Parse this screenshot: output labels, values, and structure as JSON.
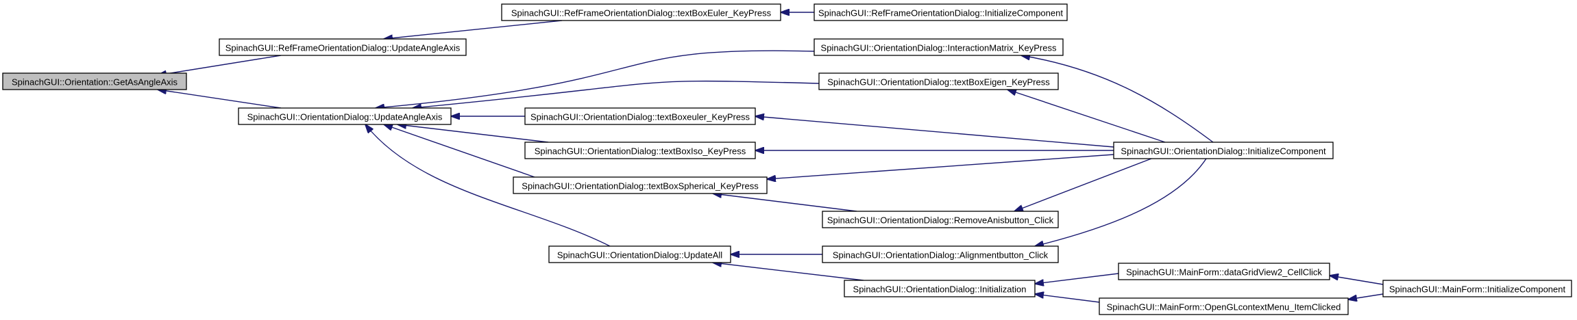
{
  "diagram": {
    "type": "call-graph",
    "colors": {
      "edge": "#191970",
      "root_fill": "#bfbfbf",
      "node_fill": "#ffffff",
      "border": "#000000"
    },
    "nodes": [
      {
        "id": "n0",
        "label": "SpinachGUI::Orientation::GetAsAngleAxis",
        "root": true
      },
      {
        "id": "n1",
        "label": "SpinachGUI::RefFrameOrientationDialog::UpdateAngleAxis"
      },
      {
        "id": "n2",
        "label": "SpinachGUI::RefFrameOrientationDialog::textBoxEuler_KeyPress"
      },
      {
        "id": "n3",
        "label": "SpinachGUI::RefFrameOrientationDialog::InitializeComponent"
      },
      {
        "id": "n4",
        "label": "SpinachGUI::OrientationDialog::UpdateAngleAxis"
      },
      {
        "id": "n5",
        "label": "SpinachGUI::OrientationDialog::InteractionMatrix_KeyPress"
      },
      {
        "id": "n6",
        "label": "SpinachGUI::OrientationDialog::textBoxEigen_KeyPress"
      },
      {
        "id": "n7",
        "label": "SpinachGUI::OrientationDialog::textBoxeuler_KeyPress"
      },
      {
        "id": "n8",
        "label": "SpinachGUI::OrientationDialog::textBoxIso_KeyPress"
      },
      {
        "id": "n9",
        "label": "SpinachGUI::OrientationDialog::textBoxSpherical_KeyPress"
      },
      {
        "id": "n10",
        "label": "SpinachGUI::OrientationDialog::InitializeComponent"
      },
      {
        "id": "n11",
        "label": "SpinachGUI::OrientationDialog::RemoveAnisbutton_Click"
      },
      {
        "id": "n12",
        "label": "SpinachGUI::OrientationDialog::UpdateAll"
      },
      {
        "id": "n13",
        "label": "SpinachGUI::OrientationDialog::Alignmentbutton_Click"
      },
      {
        "id": "n14",
        "label": "SpinachGUI::OrientationDialog::Initialization"
      },
      {
        "id": "n15",
        "label": "SpinachGUI::MainForm::dataGridView2_CellClick"
      },
      {
        "id": "n16",
        "label": "SpinachGUI::MainForm::OpenGLcontextMenu_ItemClicked"
      },
      {
        "id": "n17",
        "label": "SpinachGUI::MainForm::InitializeComponent"
      }
    ],
    "edges": [
      {
        "from": "n1",
        "to": "n0"
      },
      {
        "from": "n4",
        "to": "n0"
      },
      {
        "from": "n2",
        "to": "n1"
      },
      {
        "from": "n3",
        "to": "n2"
      },
      {
        "from": "n5",
        "to": "n4"
      },
      {
        "from": "n6",
        "to": "n4"
      },
      {
        "from": "n7",
        "to": "n4"
      },
      {
        "from": "n8",
        "to": "n4"
      },
      {
        "from": "n9",
        "to": "n4"
      },
      {
        "from": "n12",
        "to": "n4"
      },
      {
        "from": "n10",
        "to": "n5"
      },
      {
        "from": "n10",
        "to": "n6"
      },
      {
        "from": "n10",
        "to": "n7"
      },
      {
        "from": "n10",
        "to": "n8"
      },
      {
        "from": "n10",
        "to": "n9"
      },
      {
        "from": "n11",
        "to": "n9"
      },
      {
        "from": "n10",
        "to": "n11"
      },
      {
        "from": "n13",
        "to": "n12"
      },
      {
        "from": "n14",
        "to": "n12"
      },
      {
        "from": "n10",
        "to": "n13"
      },
      {
        "from": "n15",
        "to": "n14"
      },
      {
        "from": "n16",
        "to": "n14"
      },
      {
        "from": "n17",
        "to": "n15"
      },
      {
        "from": "n17",
        "to": "n16"
      }
    ]
  }
}
